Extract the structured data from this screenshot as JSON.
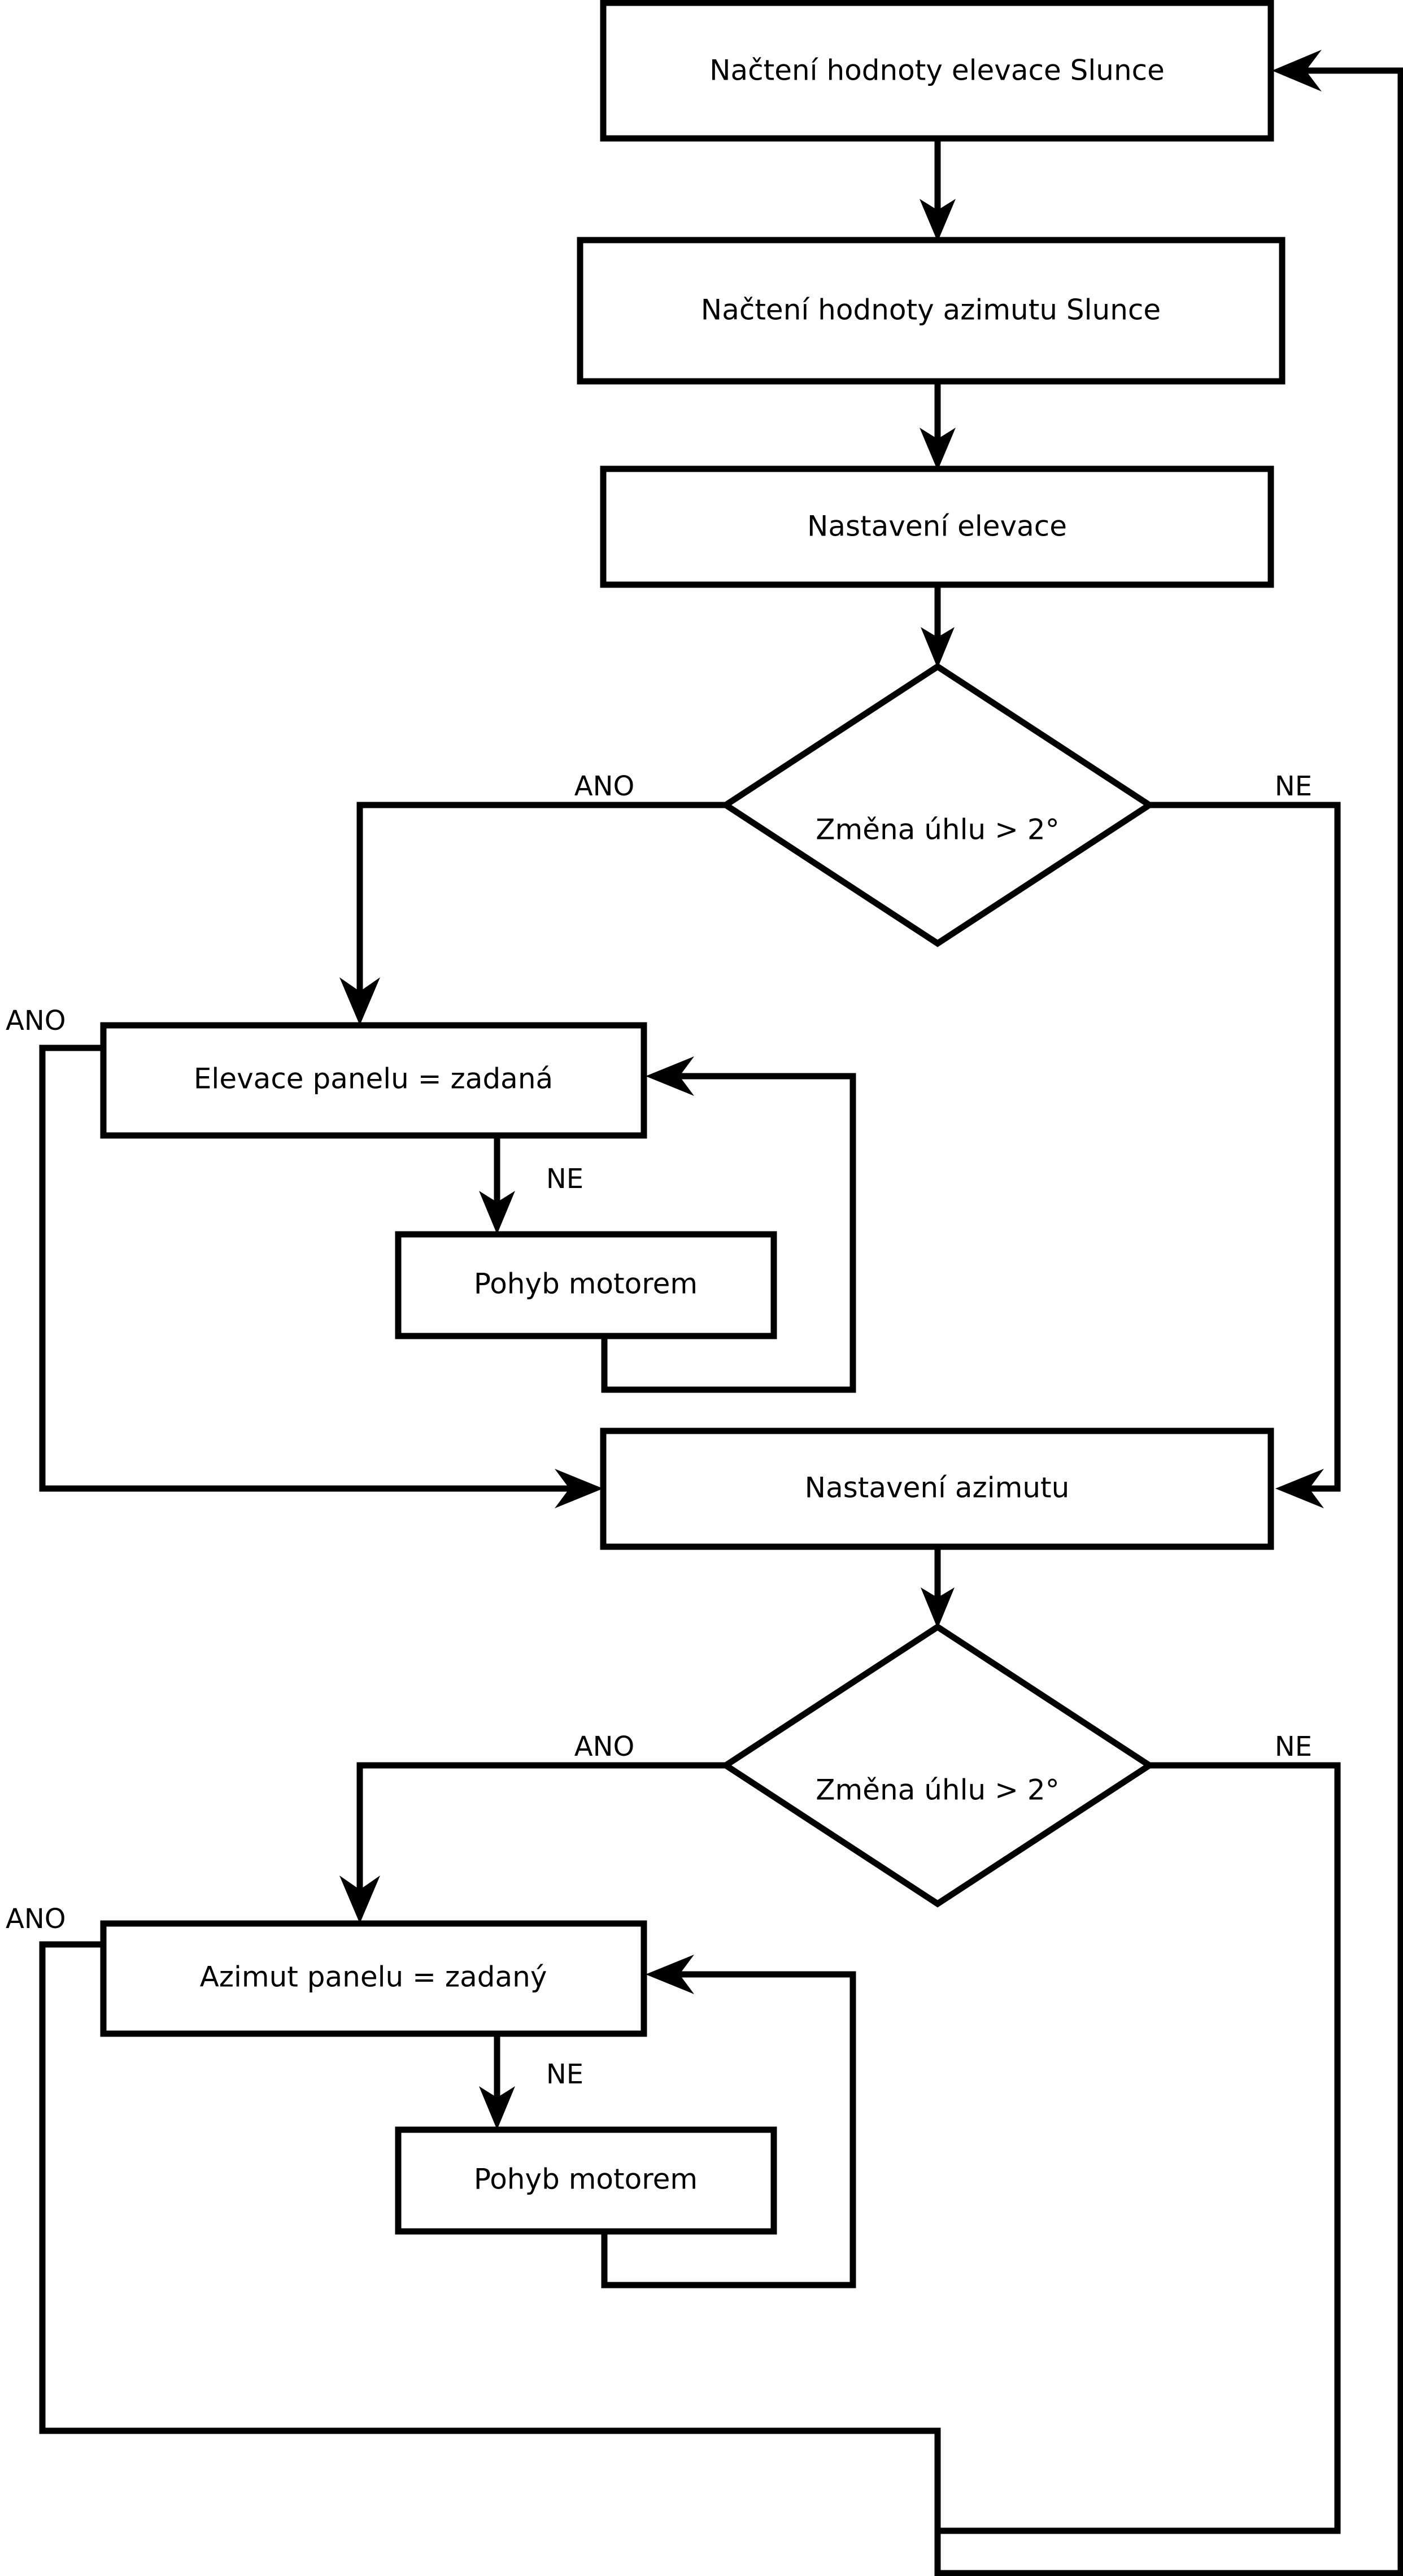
{
  "diagram": {
    "type": "flowchart",
    "language": "cs",
    "title": "Solar tracker control flowchart",
    "background_color": "#ffffff",
    "line_color": "#000000",
    "fill_color": "#ffffff"
  },
  "nodes": {
    "read_elevation": {
      "label": "Načtení hodnoty elevace Slunce",
      "shape": "process"
    },
    "read_azimuth": {
      "label": "Načtení hodnoty azimutu Slunce",
      "shape": "process"
    },
    "set_elevation": {
      "label": "Nastavení elevace",
      "shape": "process"
    },
    "decision_elevation": {
      "label": "Změna úhlu > 2°",
      "shape": "decision"
    },
    "panel_elevation_set": {
      "label": "Elevace panelu = zadaná",
      "shape": "process"
    },
    "motor_move_1": {
      "label": "Pohyb motorem",
      "shape": "process"
    },
    "set_azimuth": {
      "label": "Nastavení azimutu",
      "shape": "process"
    },
    "decision_azimuth": {
      "label": "Změna úhlu > 2°",
      "shape": "decision"
    },
    "panel_azimuth_set": {
      "label": "Azimut panelu = zadaný",
      "shape": "process"
    },
    "motor_move_2": {
      "label": "Pohyb motorem",
      "shape": "process"
    }
  },
  "edge_labels": {
    "yes_elevation_decision": "ANO",
    "no_elevation_decision": "NE",
    "yes_panel_elevation": "ANO",
    "no_panel_elevation": "NE",
    "yes_azimuth_decision": "ANO",
    "no_azimuth_decision": "NE",
    "yes_panel_azimuth": "ANO",
    "no_panel_azimuth": "NE"
  },
  "edges": [
    {
      "from": "read_elevation",
      "to": "read_azimuth",
      "label": ""
    },
    {
      "from": "read_azimuth",
      "to": "set_elevation",
      "label": ""
    },
    {
      "from": "set_elevation",
      "to": "decision_elevation",
      "label": ""
    },
    {
      "from": "decision_elevation",
      "to": "panel_elevation_set",
      "label": "ANO"
    },
    {
      "from": "decision_elevation",
      "to": "set_azimuth",
      "label": "NE"
    },
    {
      "from": "panel_elevation_set",
      "to": "motor_move_1",
      "label": "NE"
    },
    {
      "from": "motor_move_1",
      "to": "panel_elevation_set",
      "label": ""
    },
    {
      "from": "panel_elevation_set",
      "to": "set_azimuth",
      "label": "ANO"
    },
    {
      "from": "set_azimuth",
      "to": "decision_azimuth",
      "label": ""
    },
    {
      "from": "decision_azimuth",
      "to": "panel_azimuth_set",
      "label": "ANO"
    },
    {
      "from": "decision_azimuth",
      "to": "read_elevation",
      "label": "NE"
    },
    {
      "from": "panel_azimuth_set",
      "to": "motor_move_2",
      "label": "NE"
    },
    {
      "from": "motor_move_2",
      "to": "panel_azimuth_set",
      "label": ""
    },
    {
      "from": "panel_azimuth_set",
      "to": "read_elevation",
      "label": "ANO"
    }
  ]
}
